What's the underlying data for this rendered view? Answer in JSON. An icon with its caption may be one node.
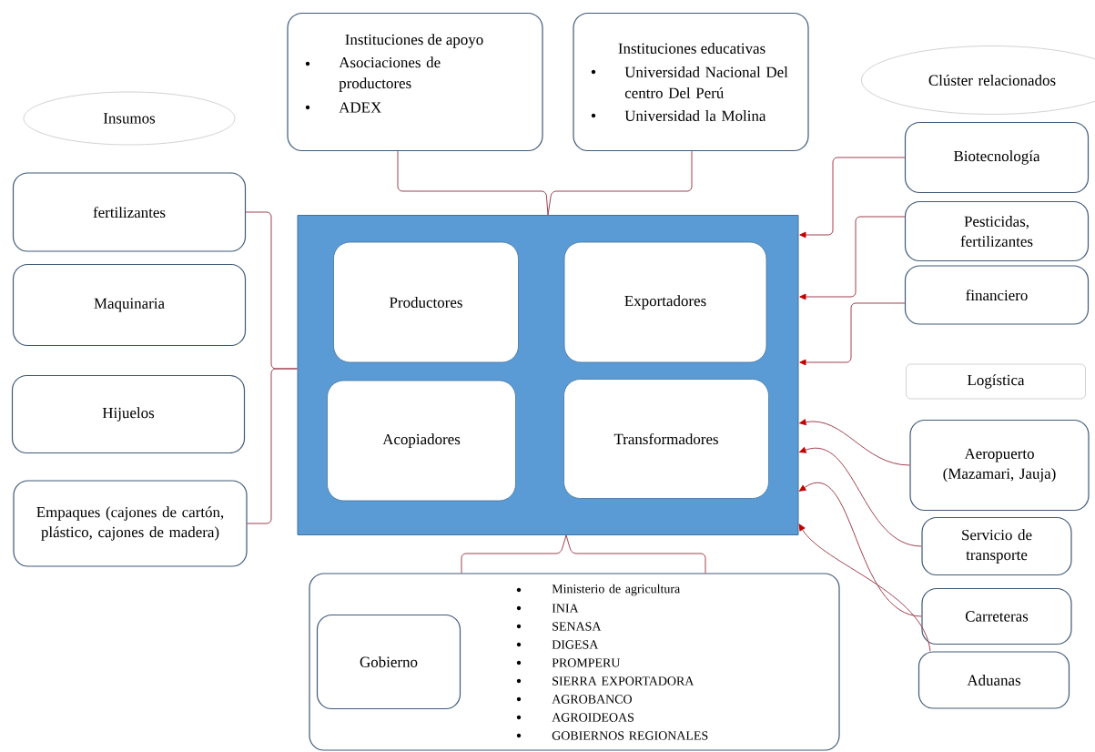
{
  "diagram": {
    "nodes": [
      {
        "text": [
          "Insumos"
        ]
      },
      {
        "text": [
          "fertilizantes"
        ]
      },
      {
        "text": [
          "Maquinaria"
        ]
      },
      {
        "text": [
          "Hijuelos"
        ]
      },
      {
        "text": [
          "Empaques (cajones de cartón, plástico, cajones de madera)"
        ]
      },
      {
        "text": [
          "Instituciones de apoyo",
          "Asociaciones de productores",
          "ADEX"
        ]
      },
      {
        "text": [
          "Instituciones educativas",
          "Universidad Nacional Del centro Del Perú",
          "Universidad la Molina"
        ]
      },
      {
        "text": [
          "Clúster relacionados"
        ]
      },
      {
        "text": [
          "Biotecnología"
        ]
      },
      {
        "text": [
          "Pesticidas, fertilizantes"
        ]
      },
      {
        "text": [
          "financiero"
        ]
      },
      {
        "text": [
          "Logística"
        ]
      },
      {
        "text": [
          "Aeropuerto (Mazamari, Jauja)"
        ]
      },
      {
        "text": [
          "Servicio de transporte"
        ]
      },
      {
        "text": [
          "Carreteras"
        ]
      },
      {
        "text": [
          "Aduanas"
        ]
      },
      {
        "text": [],
        "shape": "box"
      },
      {
        "text": [
          "Productores"
        ],
        "in": 16
      },
      {
        "text": [
          "Exportadores"
        ],
        "in": 16
      },
      {
        "text": [
          "Acopiadores"
        ],
        "in": 16
      },
      {
        "text": [
          "Transformadores"
        ],
        "in": 16
      },
      {
        "text": [
          "Ministerio de agricultura",
          "INIA",
          "SENASA",
          "DIGESA",
          "PROMPERU",
          "SIERRA EXPORTADORA",
          "AGROBANCO",
          "AGROIDEOAS",
          "GOBIERNOS REGIONALES"
        ]
      },
      {
        "text": [
          "Gobierno"
        ],
        "in": 21
      }
    ],
    "edges": [
      {
        "from": 1,
        "to": 16,
        "arrow": "none"
      },
      {
        "from": 4,
        "to": 16,
        "arrow": "none"
      },
      {
        "from": 5,
        "to": 16,
        "arrow": "none"
      },
      {
        "from": 6,
        "to": 16,
        "arrow": "none"
      },
      {
        "from": 21,
        "to": 16,
        "arrow": "none"
      },
      {
        "from": 8,
        "to": 16,
        "arrow": "to"
      },
      {
        "from": 9,
        "to": 16,
        "arrow": "to"
      },
      {
        "from": 10,
        "to": 16,
        "arrow": "to"
      },
      {
        "from": 12,
        "to": 16,
        "arrow": "to"
      },
      {
        "from": 13,
        "to": 16,
        "arrow": "to"
      },
      {
        "from": 14,
        "to": 16,
        "arrow": "to"
      },
      {
        "from": 15,
        "to": 16,
        "arrow": "to"
      }
    ]
  }
}
